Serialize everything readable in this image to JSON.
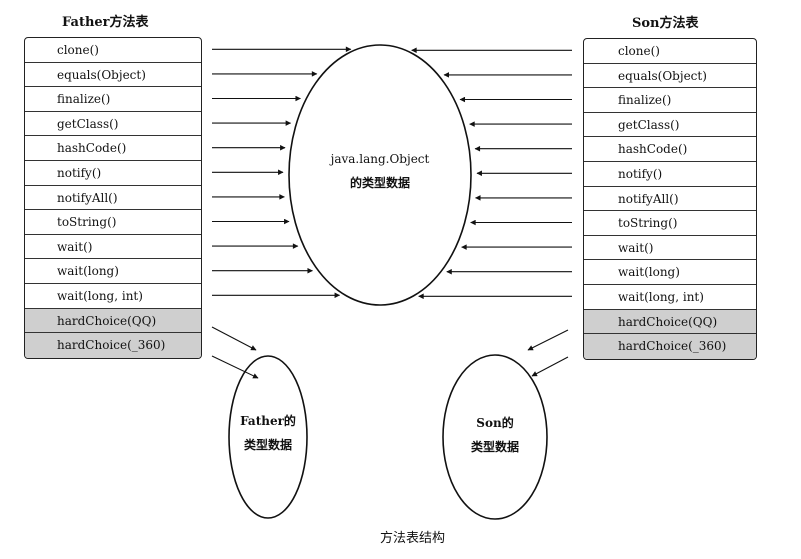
{
  "father": {
    "title": "Father方法表",
    "methods": [
      "clone()",
      "equals(Object)",
      "finalize()",
      "getClass()",
      "hashCode()",
      "notify()",
      "notifyAll()",
      "toString()",
      "wait()",
      "wait(long)",
      "wait(long, int)"
    ],
    "own_methods": [
      "hardChoice(QQ)",
      "hardChoice(_360)"
    ]
  },
  "son": {
    "title": "Son方法表",
    "methods": [
      "clone()",
      "equals(Object)",
      "finalize()",
      "getClass()",
      "hashCode()",
      "notify()",
      "notifyAll()",
      "toString()",
      "wait()",
      "wait(long)",
      "wait(long, int)"
    ],
    "own_methods": [
      "hardChoice(QQ)",
      "hardChoice(_360)"
    ]
  },
  "object_type": {
    "line1": "java.lang.Object",
    "line2": "的类型数据"
  },
  "father_type": {
    "line1": "Father的",
    "line2": "类型数据"
  },
  "son_type": {
    "line1": "Son的",
    "line2": "类型数据"
  },
  "caption": "方法表结构"
}
